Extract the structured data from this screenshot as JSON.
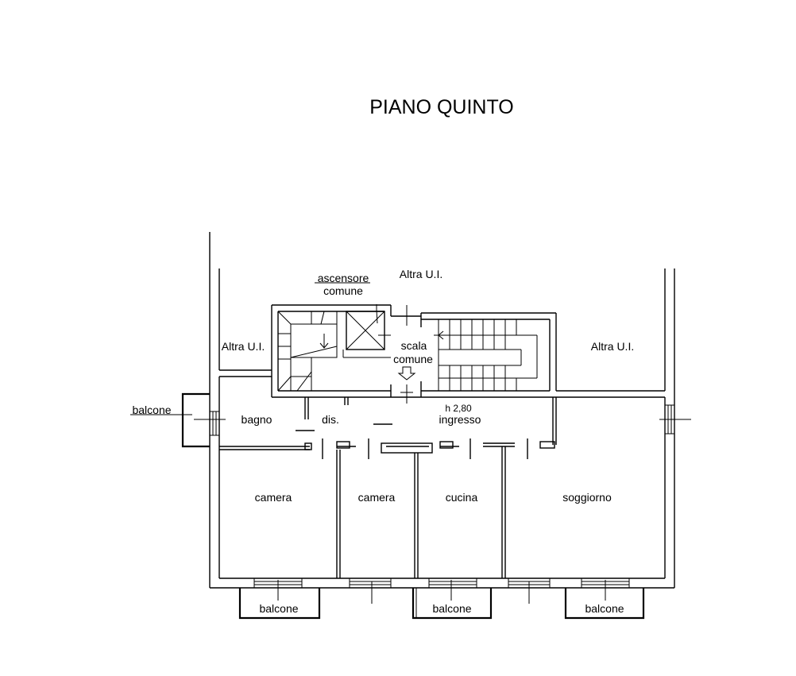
{
  "title": "PIANO QUINTO",
  "labels": {
    "altra_top": "Altra U.I.",
    "altra_left": "Altra U.I.",
    "altra_right": "Altra U.I.",
    "ascensore_1": "ascensore",
    "ascensore_2": "comune",
    "scala_1": "scala",
    "scala_2": "comune",
    "height": "h 2,80",
    "ingresso": "ingresso",
    "bagno": "bagno",
    "dis": "dis.",
    "balcone_left": "balcone",
    "camera_1": "camera",
    "camera_2": "camera",
    "cucina": "cucina",
    "soggiorno": "soggiorno",
    "balcone_1": "balcone",
    "balcone_2": "balcone",
    "balcone_3": "balcone"
  },
  "colors": {
    "line": "#000000",
    "background": "#ffffff"
  }
}
